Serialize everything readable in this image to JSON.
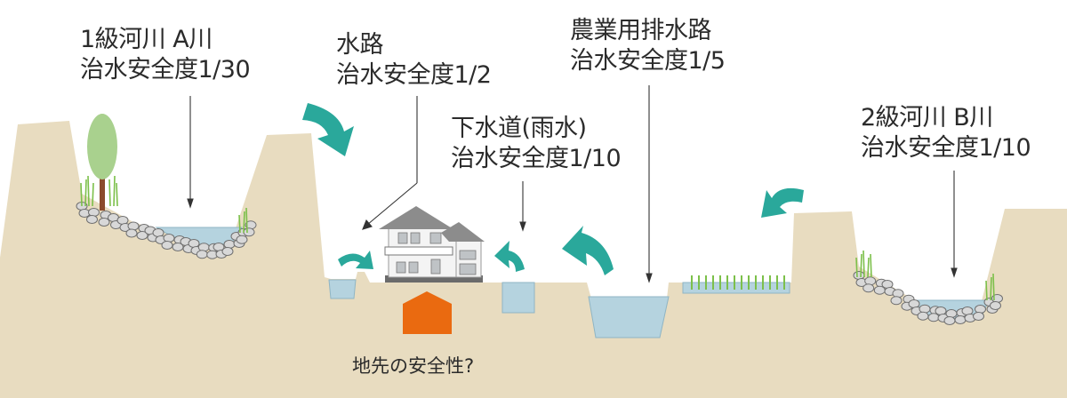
{
  "labels": {
    "river_a": {
      "line1": "1級河川 A川",
      "line2": "治水安全度1/30"
    },
    "waterway": {
      "line1": "水路",
      "line2": "治水安全度1/2"
    },
    "sewer": {
      "line1": "下水道(雨水)",
      "line2": "治水安全度1/10"
    },
    "agri_drain": {
      "line1": "農業用排水路",
      "line2": "治水安全度1/5"
    },
    "river_b": {
      "line1": "2級河川 B川",
      "line2": "治水安全度1/10"
    }
  },
  "question": "地先の安全性?",
  "colors": {
    "ground": "#e8dcc0",
    "water": "#b5d3df",
    "water_edge": "#8fb5c4",
    "arrow_teal": "#2aa89b",
    "house_arrow": "#ea6a10",
    "tree": "#a9d18e",
    "trunk": "#8b4a2b",
    "grass": "#7cc04a",
    "stone_fill": "#d8d8d8",
    "stone_edge": "#6f6f6f",
    "house_roof": "#8c8c8c",
    "house_wall": "#f4f4f4",
    "house_base": "#6b6b6b"
  }
}
